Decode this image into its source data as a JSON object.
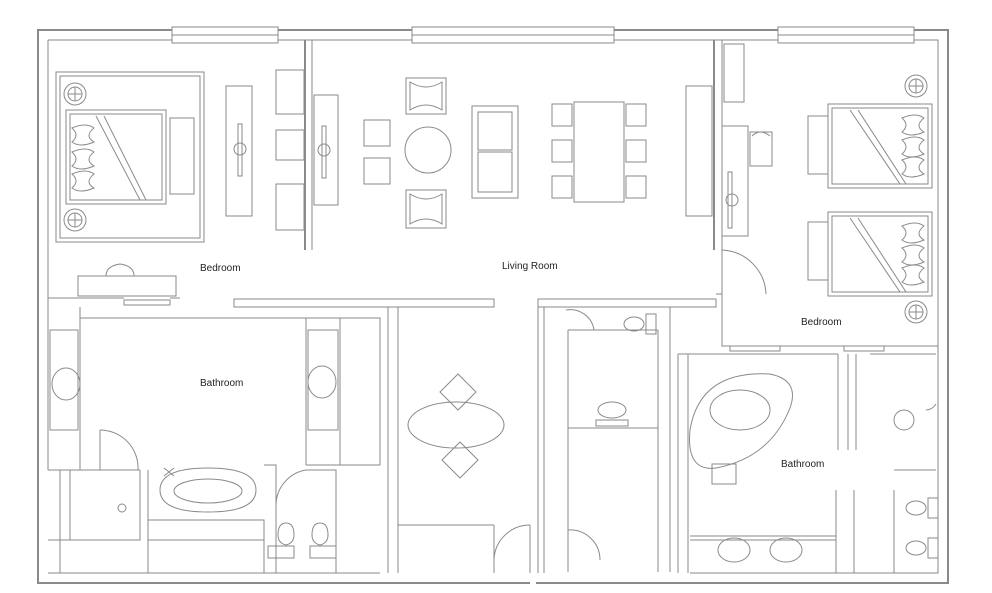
{
  "rooms": {
    "bedroom_left": "Bedroom",
    "living_room": "Living Room",
    "bedroom_right": "Bedroom",
    "bathroom_left": "Bathroom",
    "bathroom_right": "Bathroom"
  },
  "colors": {
    "line": "#8a8a8a",
    "background": "#ffffff",
    "label": "#222222"
  }
}
